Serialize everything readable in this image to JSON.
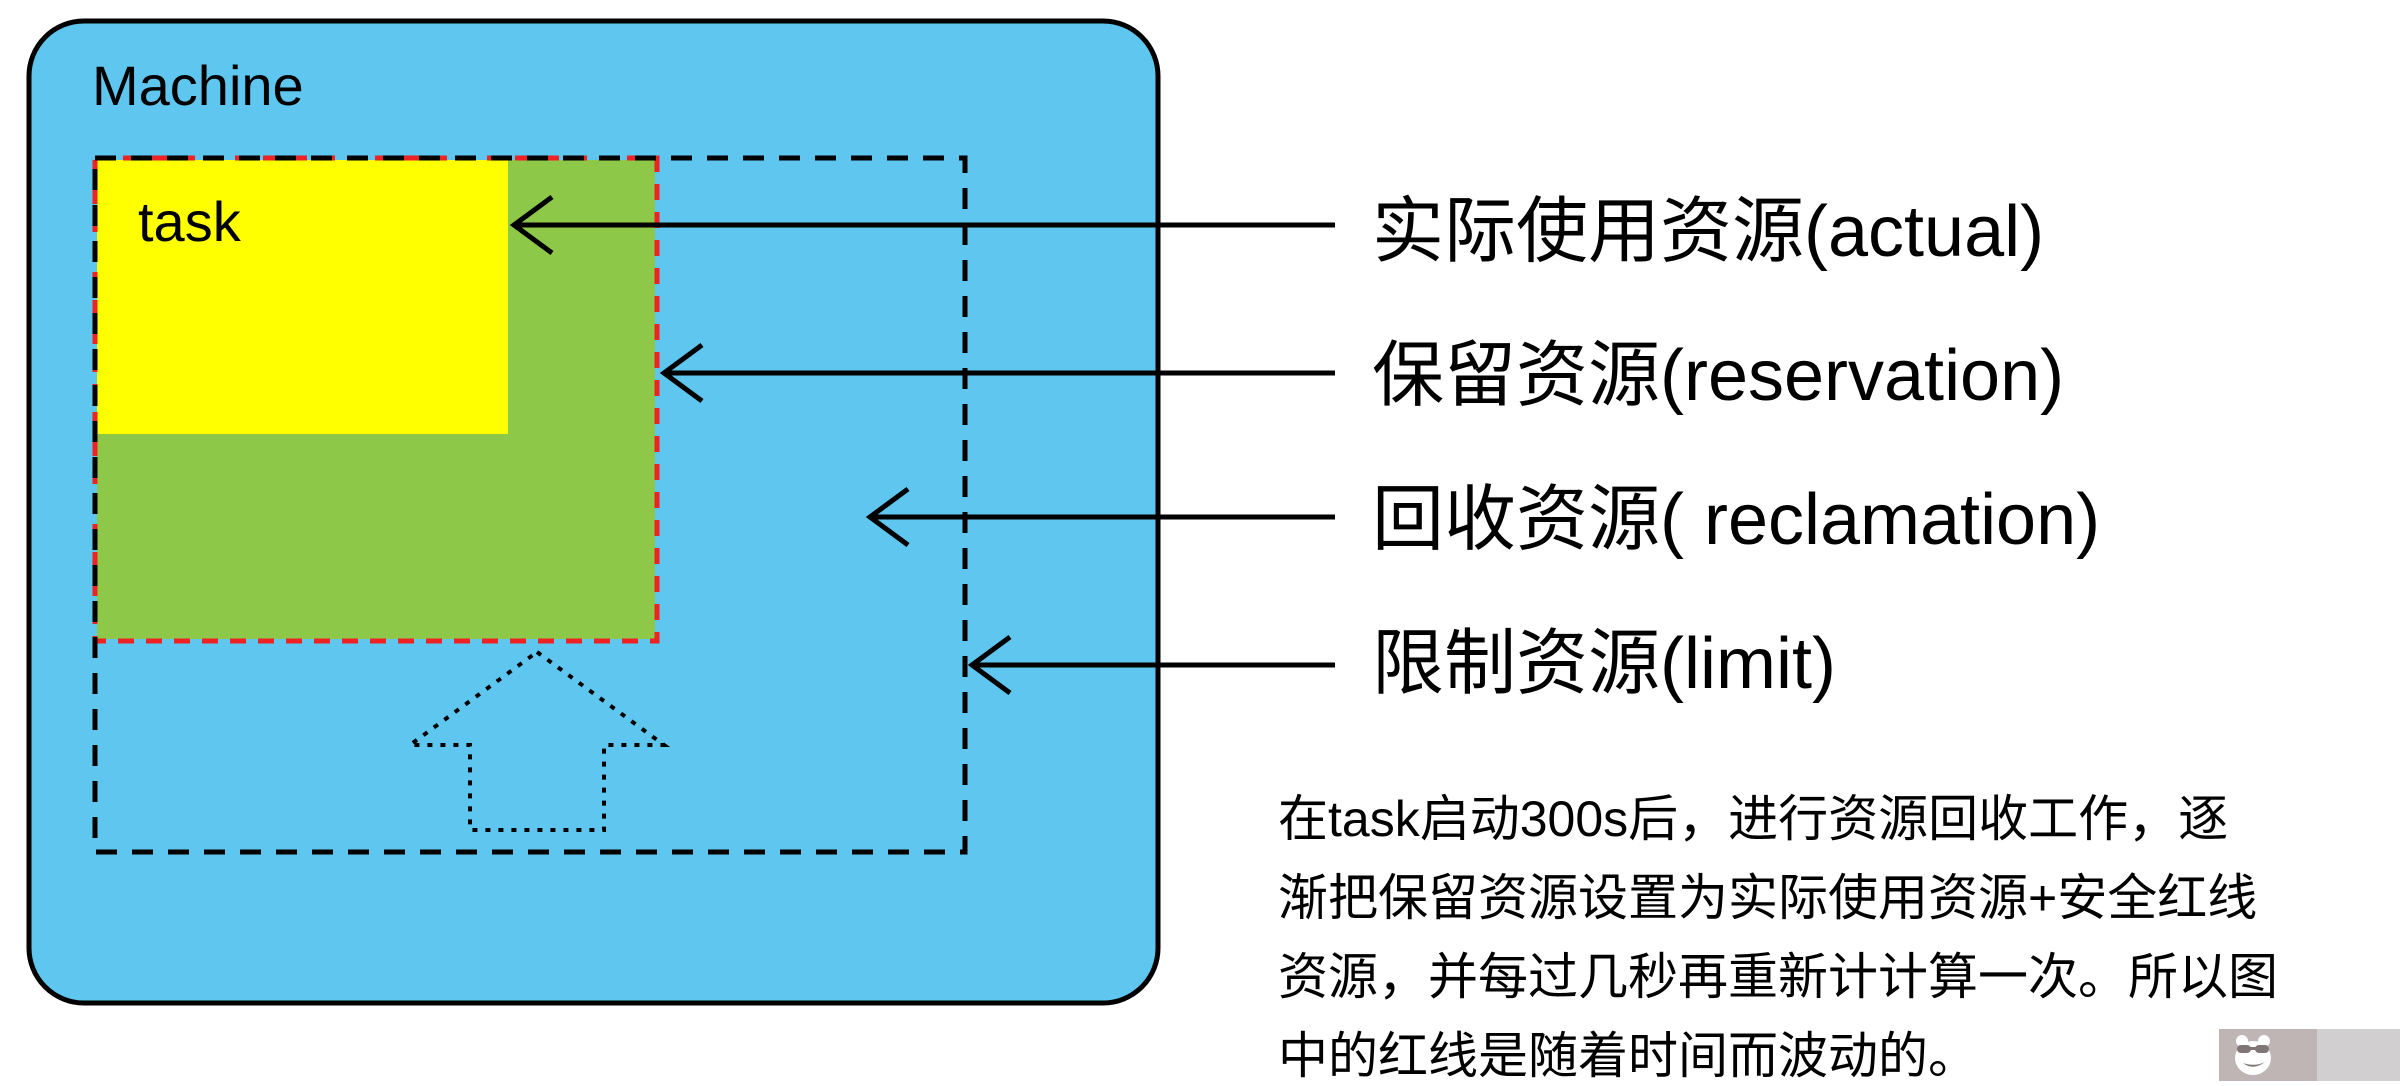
{
  "machine": {
    "label": "Machine"
  },
  "task": {
    "label": "task"
  },
  "legend": [
    {
      "id": "actual",
      "label": "实际使用资源(actual)"
    },
    {
      "id": "reservation",
      "label": "保留资源(reservation)"
    },
    {
      "id": "reclamation",
      "label": "回收资源( reclamation)"
    },
    {
      "id": "limit",
      "label": "限制资源(limit)"
    }
  ],
  "note": {
    "lines": [
      "在task启动300s后，进行资源回收工作，逐",
      "渐把保留资源设置为实际使用资源+安全红线",
      "资源，并每过几秒再重新计计算一次。所以图",
      "中的红线是随着时间而波动的。"
    ]
  },
  "colors": {
    "machine_blue": "#5ec6ef",
    "reservation_green": "#8dc848",
    "actual_yellow": "#ffff00",
    "reservation_border_red": "#ee2222",
    "line_black": "#000000"
  }
}
